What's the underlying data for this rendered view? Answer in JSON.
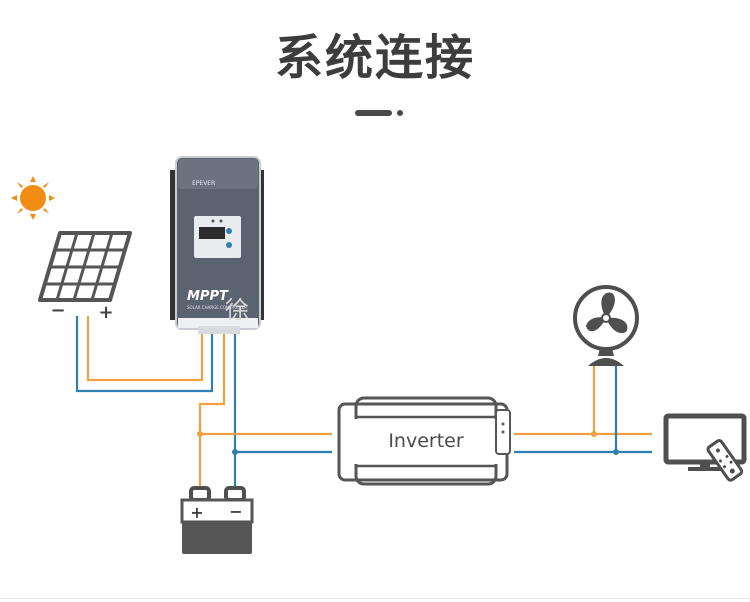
{
  "header": {
    "title": "系统连接"
  },
  "controller": {
    "model_label": "MPPT",
    "subtitle": "SOLAR CHARGE CONTROLLER"
  },
  "solar_panel": {
    "minus": "−",
    "plus": "+"
  },
  "inverter": {
    "label": "Inverter"
  },
  "battery": {
    "plus": "+",
    "minus": "−"
  },
  "watermark": {
    "text": "徐"
  },
  "colors": {
    "positive_wire": "#f0a040",
    "negative_wire": "#2f7fb0",
    "sun": "#f28c14",
    "device_gray": "#565656"
  }
}
